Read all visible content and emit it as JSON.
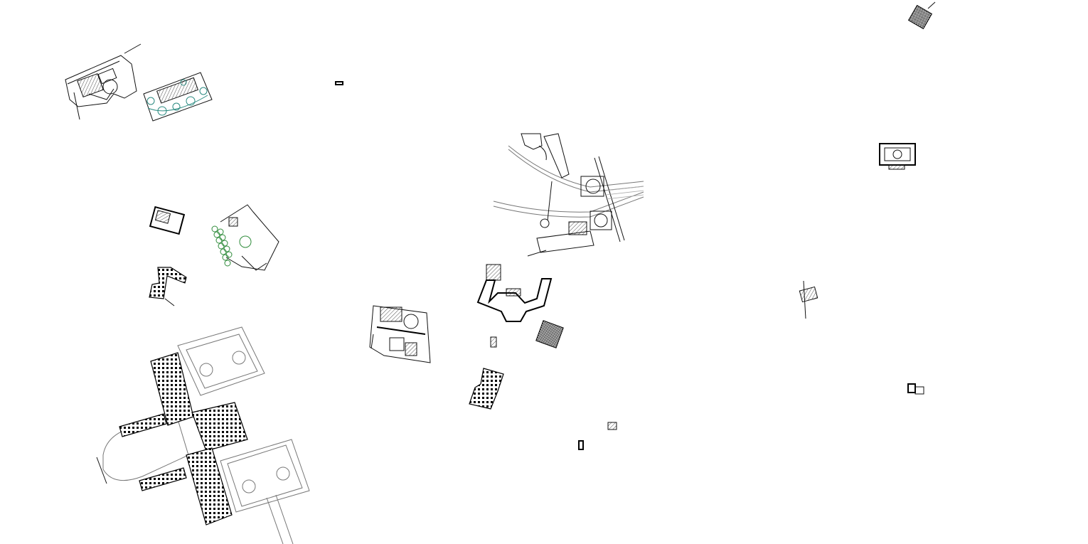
{
  "canvas": {
    "background": "#ffffff",
    "line_color": "#111111",
    "accent_colors": {
      "landscape_green": "#2e8b3a",
      "landscape_teal": "#2a8a80",
      "garden_gray": "#777777"
    }
  },
  "drawings": [
    {
      "id": "top-left-site-plan",
      "kind": "site plan with building"
    },
    {
      "id": "top-left-garden-plan",
      "kind": "landscaped garden plan"
    },
    {
      "id": "tiny-detail-mark",
      "kind": "small detail block"
    },
    {
      "id": "central-campus-site-plan",
      "kind": "campus site plan with roads"
    },
    {
      "id": "right-courtyard-plan",
      "kind": "courtyard building plan"
    },
    {
      "id": "right-top-small-plan",
      "kind": "small rotated plan"
    },
    {
      "id": "right-mid-small-plan",
      "kind": "small site fragment"
    },
    {
      "id": "right-lower-small-plan",
      "kind": "small plan fragment"
    },
    {
      "id": "left-square-plan",
      "kind": "small square building plan"
    },
    {
      "id": "left-garden-site",
      "kind": "site plan with tree row"
    },
    {
      "id": "left-wing-plan",
      "kind": "L-shaped wing plan"
    },
    {
      "id": "palace-complex-plan",
      "kind": "palace with formal parterres"
    },
    {
      "id": "mid-detailed-site",
      "kind": "detailed site plan"
    },
    {
      "id": "mid-wing-plan",
      "kind": "winged building plan"
    },
    {
      "id": "mid-hatched-square",
      "kind": "hatched square plan"
    },
    {
      "id": "mid-small-block",
      "kind": "small block plan"
    },
    {
      "id": "mid-stair-block",
      "kind": "stepped block plan"
    },
    {
      "id": "mid-tiny-block-a",
      "kind": "tiny block"
    },
    {
      "id": "mid-tiny-block-b",
      "kind": "tiny block"
    }
  ]
}
